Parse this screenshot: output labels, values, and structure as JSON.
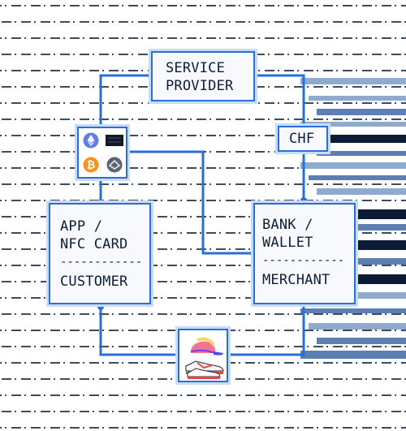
{
  "nodes": {
    "service_provider": {
      "line1": "SERVICE",
      "line2": "PROVIDER"
    },
    "chf": {
      "label": "CHF"
    },
    "app": {
      "line1": "APP /",
      "line2": "NFC CARD",
      "separator": "------------",
      "role": "CUSTOMER"
    },
    "bank": {
      "line1": "BANK /",
      "line2": "WALLET",
      "separator": "------------",
      "role": "MERCHANT"
    }
  },
  "crypto_icons": [
    "ethereum-icon",
    "dark-token-icon",
    "bitcoin-icon",
    "grey-token-icon"
  ],
  "product_icons": [
    "cap-icon",
    "sneaker-icon"
  ],
  "colors": {
    "line": "#2a6fd6",
    "box_border": "#2a6fd6",
    "text": "#0d1e3a",
    "dash": "#1b2b45",
    "stripe_dark": "#0c1c38",
    "stripe_mid": "#5b7fb3",
    "stripe_light": "#8fa9cf",
    "ethereum": "#627eea",
    "bitcoin": "#f7931a"
  }
}
